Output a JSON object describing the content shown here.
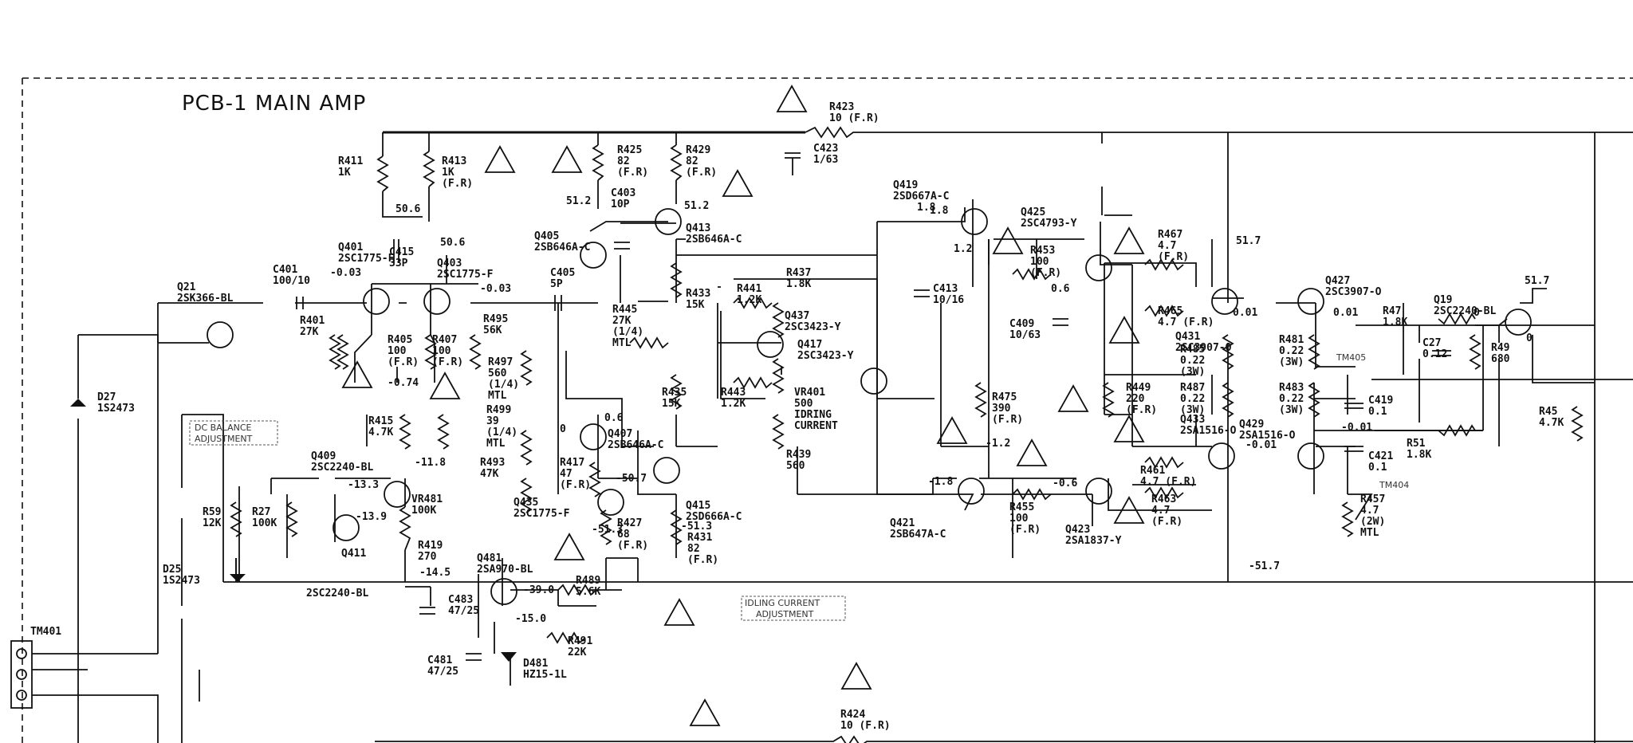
{
  "title": "PCB-1 MAIN AMP",
  "connector": "TM401",
  "notes": {
    "dc_balance": [
      "DC BALANCE",
      "ADJUSTMENT"
    ],
    "idling": [
      "IDLING CURRENT",
      "ADJUSTMENT"
    ],
    "tm405": "TM405",
    "tm404": "TM404"
  },
  "labels": [
    {
      "id": "r423",
      "lines": [
        "R423",
        "10 (F.R)"
      ]
    },
    {
      "id": "c423",
      "lines": [
        "C423",
        "1/63"
      ]
    },
    {
      "id": "r411",
      "lines": [
        "R411",
        "1K"
      ]
    },
    {
      "id": "r413",
      "lines": [
        "R413",
        "1K",
        "(F.R)"
      ]
    },
    {
      "id": "r425",
      "lines": [
        "R425",
        "82",
        "(F.R)"
      ]
    },
    {
      "id": "r429",
      "lines": [
        "R429",
        "82",
        "(F.R)"
      ]
    },
    {
      "id": "c403",
      "lines": [
        "C403",
        "10P"
      ]
    },
    {
      "id": "q413",
      "lines": [
        "Q413",
        "2SB646A-C"
      ]
    },
    {
      "id": "q419",
      "lines": [
        "Q419",
        "2SD667A-C"
      ]
    },
    {
      "id": "q425",
      "lines": [
        "Q425",
        "2SC4793-Y"
      ]
    },
    {
      "id": "r467",
      "lines": [
        "R467",
        "4.7",
        "(F.R)"
      ]
    },
    {
      "id": "q427",
      "lines": [
        "Q427",
        "2SC3907-O"
      ]
    },
    {
      "id": "q405",
      "lines": [
        "Q405",
        "2SB646A-C"
      ]
    },
    {
      "id": "q401",
      "lines": [
        "Q401",
        "2SC1775-F"
      ]
    },
    {
      "id": "c401",
      "lines": [
        "C401",
        "100/10"
      ]
    },
    {
      "id": "c415",
      "lines": [
        "C415",
        "33P"
      ]
    },
    {
      "id": "q403",
      "lines": [
        "Q403",
        "2SC1775-F"
      ]
    },
    {
      "id": "c405",
      "lines": [
        "C405",
        "5P"
      ]
    },
    {
      "id": "q21",
      "lines": [
        "Q21",
        "2SK366-BL"
      ]
    },
    {
      "id": "r401",
      "lines": [
        "R401",
        "27K"
      ]
    },
    {
      "id": "r405",
      "lines": [
        "R405",
        "100",
        "(F.R)"
      ]
    },
    {
      "id": "r407",
      "lines": [
        "R407",
        "100",
        "(F.R)"
      ]
    },
    {
      "id": "r495",
      "lines": [
        "R495",
        "56K"
      ]
    },
    {
      "id": "r445",
      "lines": [
        "R445",
        "27K",
        "(1/4)",
        "MTL"
      ]
    },
    {
      "id": "r433",
      "lines": [
        "R433",
        "15K"
      ]
    },
    {
      "id": "r441",
      "lines": [
        "R441",
        "1.2K"
      ]
    },
    {
      "id": "r437",
      "lines": [
        "R437",
        "1.8K"
      ]
    },
    {
      "id": "q437",
      "lines": [
        "Q437",
        "2SC3423-Y"
      ]
    },
    {
      "id": "q417",
      "lines": [
        "Q417",
        "2SC3423-Y"
      ]
    },
    {
      "id": "c413",
      "lines": [
        "C413",
        "10/16"
      ]
    },
    {
      "id": "r453",
      "lines": [
        "R453",
        "100",
        "(F.R)"
      ]
    },
    {
      "id": "c409",
      "lines": [
        "C409",
        "10/63"
      ]
    },
    {
      "id": "r465",
      "lines": [
        "R465",
        "4.7  (F.R)"
      ]
    },
    {
      "id": "q431",
      "lines": [
        "Q431",
        "2SC3907-O"
      ]
    },
    {
      "id": "r485",
      "lines": [
        "R485",
        "0.22",
        "(3W)"
      ]
    },
    {
      "id": "r481",
      "lines": [
        "R481",
        "0.22",
        "(3W)"
      ]
    },
    {
      "id": "r47",
      "lines": [
        "R47",
        "1.8K"
      ]
    },
    {
      "id": "q19",
      "lines": [
        "Q19",
        "2SC2240-BL"
      ]
    },
    {
      "id": "c27",
      "lines": [
        "C27",
        "0.12"
      ]
    },
    {
      "id": "r49",
      "lines": [
        "R49",
        "680"
      ]
    },
    {
      "id": "d27",
      "lines": [
        "D27",
        "1S2473"
      ]
    },
    {
      "id": "r497",
      "lines": [
        "R497",
        "560",
        "(1/4)",
        "MTL"
      ]
    },
    {
      "id": "r443",
      "lines": [
        "R443",
        "1.2K"
      ]
    },
    {
      "id": "vr401",
      "lines": [
        "VR401",
        "500",
        "IDRING",
        "CURRENT"
      ]
    },
    {
      "id": "r435",
      "lines": [
        "R435",
        "15K"
      ]
    },
    {
      "id": "r475",
      "lines": [
        "R475",
        "390",
        "(F.R)"
      ]
    },
    {
      "id": "r449",
      "lines": [
        "R449",
        "220",
        "(F.R)"
      ]
    },
    {
      "id": "r487",
      "lines": [
        "R487",
        "0.22",
        "(3W)"
      ]
    },
    {
      "id": "r483",
      "lines": [
        "R483",
        "0.22",
        "(3W)"
      ]
    },
    {
      "id": "c419",
      "lines": [
        "C419",
        "0.1"
      ]
    },
    {
      "id": "r45",
      "lines": [
        "R45",
        "4.7K"
      ]
    },
    {
      "id": "r415",
      "lines": [
        "R415",
        "4.7K"
      ]
    },
    {
      "id": "r499",
      "lines": [
        "R499",
        "39",
        "(1/4)",
        "MTL"
      ]
    },
    {
      "id": "q407",
      "lines": [
        "Q407",
        "2SB646A-C"
      ]
    },
    {
      "id": "r439",
      "lines": [
        "R439",
        "560"
      ]
    },
    {
      "id": "q433",
      "lines": [
        "Q433",
        "2SA1516-O"
      ]
    },
    {
      "id": "q429",
      "lines": [
        "Q429",
        "2SA1516-O"
      ]
    },
    {
      "id": "r51",
      "lines": [
        "R51",
        "1.8K"
      ]
    },
    {
      "id": "c421",
      "lines": [
        "C421",
        "0.1"
      ]
    },
    {
      "id": "q409",
      "lines": [
        "Q409",
        "2SC2240-BL"
      ]
    },
    {
      "id": "vr481",
      "lines": [
        "VR481",
        "100K"
      ]
    },
    {
      "id": "r493",
      "lines": [
        "R493",
        "47K"
      ]
    },
    {
      "id": "r417",
      "lines": [
        "R417",
        "47",
        "(F.R)"
      ]
    },
    {
      "id": "q435",
      "lines": [
        "Q435",
        "2SC1775-F"
      ]
    },
    {
      "id": "q415",
      "lines": [
        "Q415",
        "2SD666A-C"
      ]
    },
    {
      "id": "r455",
      "lines": [
        "R455",
        "100",
        "(F.R)"
      ]
    },
    {
      "id": "q423",
      "lines": [
        "Q423",
        "2SA1837-Y"
      ]
    },
    {
      "id": "q421",
      "lines": [
        "Q421",
        "2SB647A-C"
      ]
    },
    {
      "id": "r461",
      "lines": [
        "R461",
        "4.7   (F.R)"
      ]
    },
    {
      "id": "r463",
      "lines": [
        "R463",
        "4.7",
        "(F.R)"
      ]
    },
    {
      "id": "r457",
      "lines": [
        "R457",
        "4.7",
        "(2W)",
        "MTL"
      ]
    },
    {
      "id": "r59",
      "lines": [
        "R59",
        "12K"
      ]
    },
    {
      "id": "r27",
      "lines": [
        "R27",
        "100K"
      ]
    },
    {
      "id": "q411",
      "lines": [
        "Q411"
      ]
    },
    {
      "id": "r419",
      "lines": [
        "R419",
        "270"
      ]
    },
    {
      "id": "q481",
      "lines": [
        "Q481",
        "2SA970-BL"
      ]
    },
    {
      "id": "r427",
      "lines": [
        "R427",
        "68",
        "(F.R)"
      ]
    },
    {
      "id": "r431",
      "lines": [
        "R431",
        "82",
        "(F.R)"
      ]
    },
    {
      "id": "d25",
      "lines": [
        "D25",
        "1S2473"
      ]
    },
    {
      "id": "q411b",
      "lines": [
        "2SC2240-BL"
      ]
    },
    {
      "id": "c483",
      "lines": [
        "C483",
        "47/25"
      ]
    },
    {
      "id": "r489",
      "lines": [
        "R489",
        "5.6K"
      ]
    },
    {
      "id": "r491",
      "lines": [
        "R491",
        "22K"
      ]
    },
    {
      "id": "c481",
      "lines": [
        "C481",
        "47/25"
      ]
    },
    {
      "id": "d481",
      "lines": [
        "D481",
        "HZ15-1L"
      ]
    },
    {
      "id": "r424",
      "lines": [
        "R424",
        "10 (F.R)"
      ]
    }
  ],
  "voltages": [
    {
      "id": "v1",
      "text": "50.6"
    },
    {
      "id": "v2",
      "text": "50.6"
    },
    {
      "id": "v3",
      "text": "51.2"
    },
    {
      "id": "v4",
      "text": "51.2"
    },
    {
      "id": "v5",
      "text": "1.8"
    },
    {
      "id": "v6",
      "text": "1.8"
    },
    {
      "id": "v7",
      "text": "1.2"
    },
    {
      "id": "v8",
      "text": "0.6"
    },
    {
      "id": "v9",
      "text": "51.7"
    },
    {
      "id": "v10",
      "text": "51.7"
    },
    {
      "id": "v11",
      "text": "-0.03"
    },
    {
      "id": "v12",
      "text": "-0.03"
    },
    {
      "id": "v13",
      "text": "0.01"
    },
    {
      "id": "v14",
      "text": "0.01"
    },
    {
      "id": "v15",
      "text": "0"
    },
    {
      "id": "v16",
      "text": "0"
    },
    {
      "id": "v17",
      "text": "-0.74"
    },
    {
      "id": "v18",
      "text": "0.6"
    },
    {
      "id": "v19",
      "text": "0"
    },
    {
      "id": "v20",
      "text": "-0.01"
    },
    {
      "id": "v21",
      "text": "-1.2"
    },
    {
      "id": "v22",
      "text": "-0.01"
    },
    {
      "id": "v23",
      "text": "-11.8"
    },
    {
      "id": "v24",
      "text": "-13.3"
    },
    {
      "id": "v25",
      "text": "-50.7"
    },
    {
      "id": "v26",
      "text": "-1.8"
    },
    {
      "id": "v27",
      "text": "-0.6"
    },
    {
      "id": "v28",
      "text": "-13.9"
    },
    {
      "id": "v29",
      "text": "-51.3"
    },
    {
      "id": "v30",
      "text": "-51.3"
    },
    {
      "id": "v31",
      "text": "-14.5"
    },
    {
      "id": "v32",
      "text": "-39.0"
    },
    {
      "id": "v33",
      "text": "-15.0"
    },
    {
      "id": "v34",
      "text": "-51.7"
    }
  ]
}
